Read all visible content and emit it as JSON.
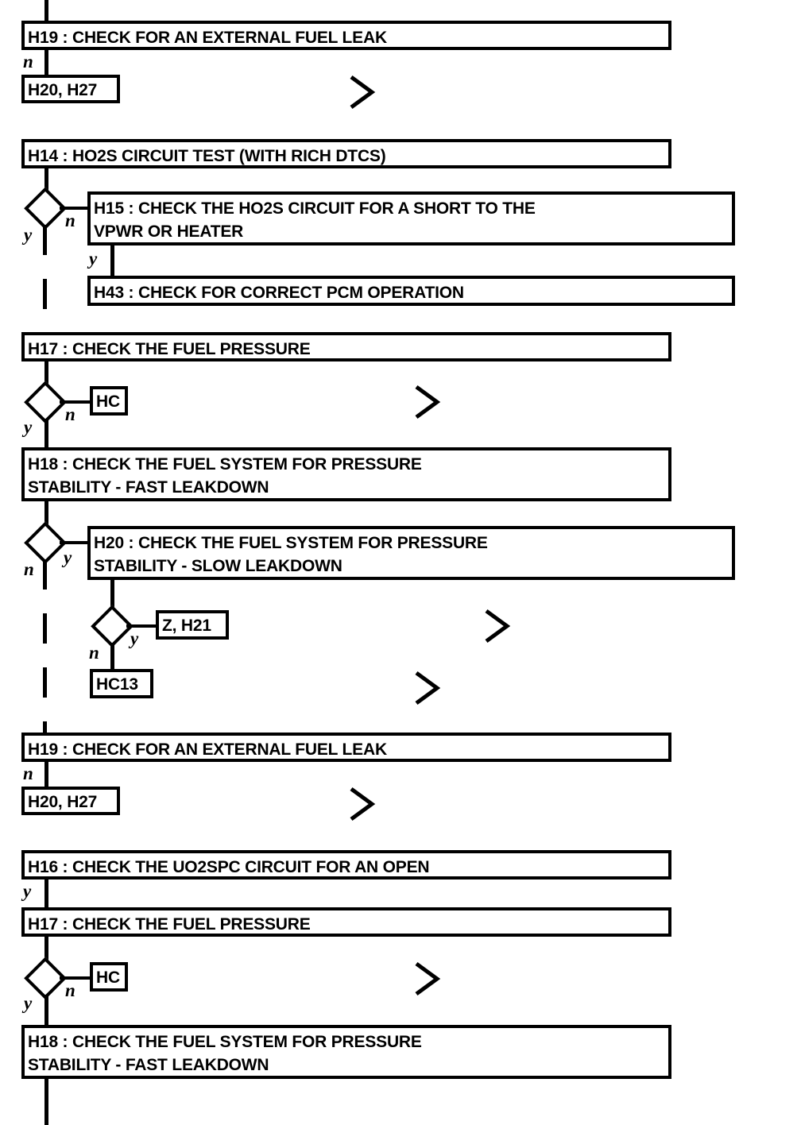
{
  "document": {
    "type": "diagnostic-flowchart",
    "title": "Fuel system / HO2S diagnostic flow",
    "background_color": "#ffffff",
    "line_color": "#000000"
  },
  "nodes": [
    {
      "id": "n1",
      "label": "H19 : CHECK FOR AN EXTERNAL FUEL LEAK"
    },
    {
      "id": "n2",
      "label": "H20, H27"
    },
    {
      "id": "n3",
      "label": "H14 : HO2S CIRCUIT TEST (WITH RICH DTCS)"
    },
    {
      "id": "n4",
      "label": "H15 : CHECK THE HO2S CIRCUIT FOR A SHORT TO THE\nVPWR OR HEATER"
    },
    {
      "id": "n5",
      "label": "H43 : CHECK FOR CORRECT PCM OPERATION"
    },
    {
      "id": "n6",
      "label": "H17 : CHECK THE FUEL PRESSURE"
    },
    {
      "id": "n7",
      "label": "HC"
    },
    {
      "id": "n8",
      "label": "H18 : CHECK THE FUEL SYSTEM FOR PRESSURE\nSTABILITY - FAST LEAKDOWN"
    },
    {
      "id": "n9",
      "label": "H20 : CHECK THE FUEL SYSTEM FOR PRESSURE\nSTABILITY - SLOW LEAKDOWN"
    },
    {
      "id": "n10",
      "label": "Z, H21"
    },
    {
      "id": "n11",
      "label": "HC13"
    },
    {
      "id": "n12",
      "label": "H19 : CHECK FOR AN EXTERNAL FUEL LEAK"
    },
    {
      "id": "n13",
      "label": "H20, H27"
    },
    {
      "id": "n14",
      "label": "H16 : CHECK THE UO2SPC CIRCUIT FOR AN OPEN"
    },
    {
      "id": "n15",
      "label": "H17 : CHECK THE FUEL PRESSURE"
    },
    {
      "id": "n16",
      "label": "HC"
    },
    {
      "id": "n17",
      "label": "H18 : CHECK THE FUEL SYSTEM FOR PRESSURE\nSTABILITY - FAST LEAKDOWN"
    }
  ],
  "branch_labels": [
    {
      "id": "b1",
      "text": "n"
    },
    {
      "id": "b2",
      "text": "y"
    },
    {
      "id": "b3",
      "text": "n"
    },
    {
      "id": "b4",
      "text": "y"
    },
    {
      "id": "b5",
      "text": "y"
    },
    {
      "id": "b6",
      "text": "n"
    },
    {
      "id": "b7",
      "text": "n"
    },
    {
      "id": "b8",
      "text": "y"
    },
    {
      "id": "b9",
      "text": "n"
    },
    {
      "id": "b10",
      "text": "y"
    },
    {
      "id": "b11",
      "text": "n"
    },
    {
      "id": "b12",
      "text": "y"
    },
    {
      "id": "b13",
      "text": "y"
    },
    {
      "id": "b14",
      "text": "n"
    }
  ],
  "connectors": [
    {
      "id": "c1",
      "name": "off-page-connector"
    },
    {
      "id": "c2",
      "name": "off-page-connector"
    },
    {
      "id": "c3",
      "name": "off-page-connector"
    },
    {
      "id": "c4",
      "name": "off-page-connector"
    },
    {
      "id": "c5",
      "name": "off-page-connector"
    },
    {
      "id": "c6",
      "name": "off-page-connector"
    }
  ]
}
